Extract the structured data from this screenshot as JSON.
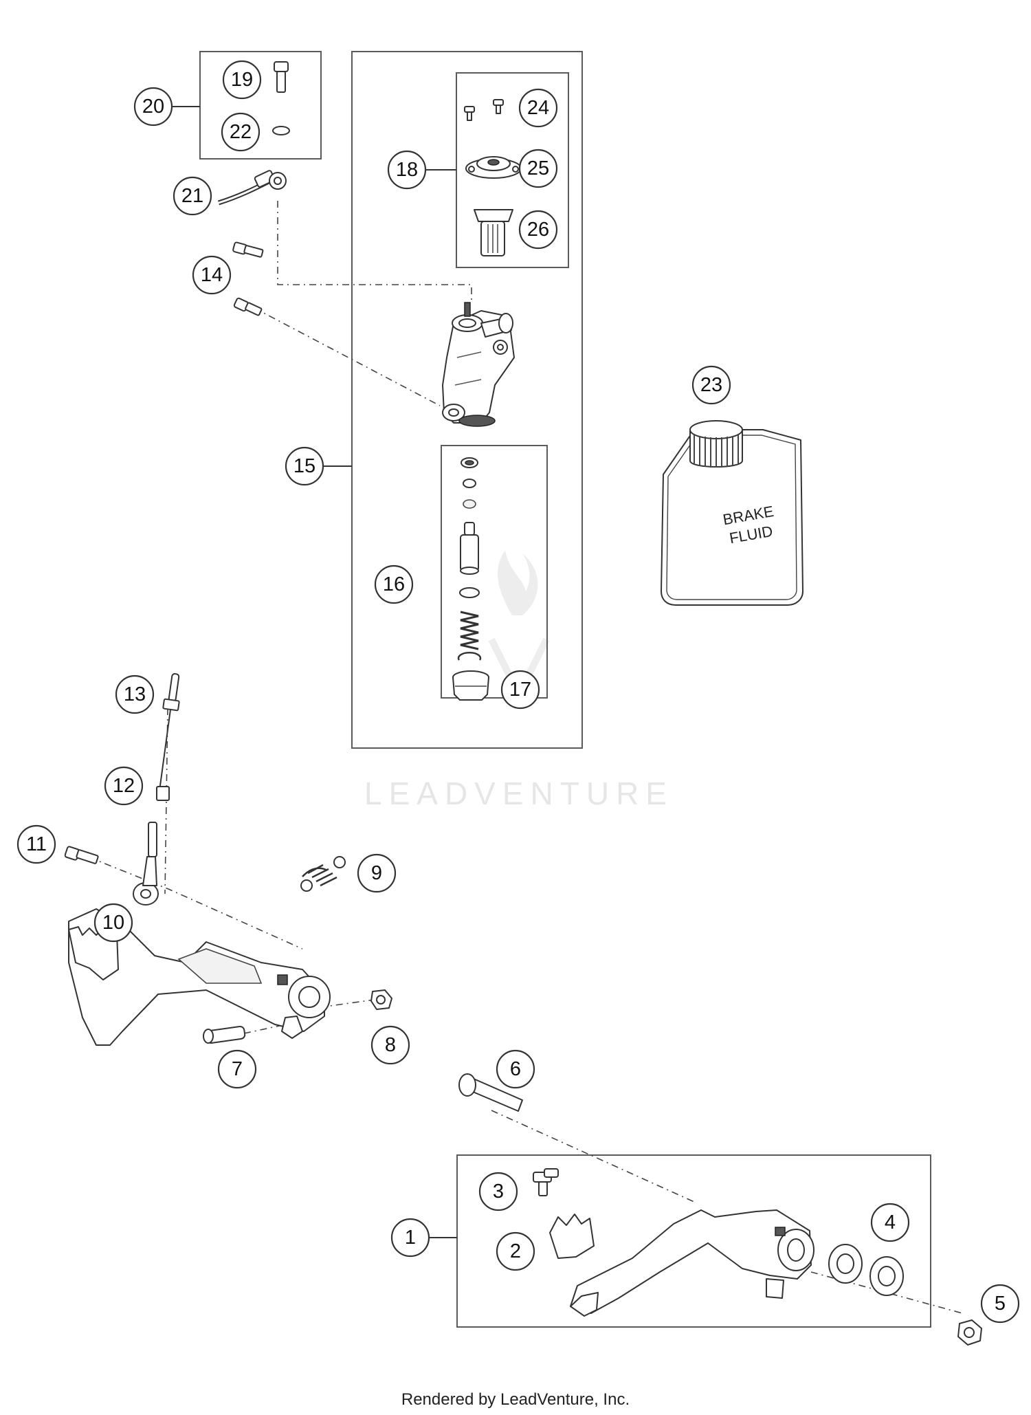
{
  "callouts": [
    {
      "id": "1",
      "label": "1"
    },
    {
      "id": "2",
      "label": "2"
    },
    {
      "id": "3",
      "label": "3"
    },
    {
      "id": "4",
      "label": "4"
    },
    {
      "id": "5",
      "label": "5"
    },
    {
      "id": "6",
      "label": "6"
    },
    {
      "id": "7",
      "label": "7"
    },
    {
      "id": "8",
      "label": "8"
    },
    {
      "id": "9",
      "label": "9"
    },
    {
      "id": "10",
      "label": "10"
    },
    {
      "id": "11",
      "label": "11"
    },
    {
      "id": "12",
      "label": "12"
    },
    {
      "id": "13",
      "label": "13"
    },
    {
      "id": "14",
      "label": "14"
    },
    {
      "id": "15",
      "label": "15"
    },
    {
      "id": "16",
      "label": "16"
    },
    {
      "id": "17",
      "label": "17"
    },
    {
      "id": "18",
      "label": "18"
    },
    {
      "id": "19",
      "label": "19"
    },
    {
      "id": "20",
      "label": "20"
    },
    {
      "id": "21",
      "label": "21"
    },
    {
      "id": "22",
      "label": "22"
    },
    {
      "id": "23",
      "label": "23"
    },
    {
      "id": "24",
      "label": "24"
    },
    {
      "id": "25",
      "label": "25"
    },
    {
      "id": "26",
      "label": "26"
    }
  ],
  "bottle_label": {
    "line1": "BRAKE",
    "line2": "FLUID"
  },
  "watermark": "LEADVENTURE",
  "footer": "Rendered by LeadVenture, Inc."
}
